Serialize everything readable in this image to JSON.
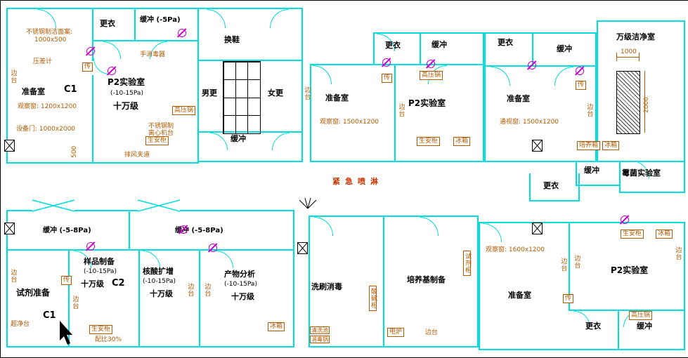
{
  "colors": {
    "wall": "#00dede",
    "room_text": "#000000",
    "annotation": "#b35900",
    "symbol": "#cc00cc",
    "alert": "#cc3300"
  },
  "rooms": {
    "prep_room": "准备室",
    "p2_lab": "P2实验室",
    "changing": "更衣",
    "buffer": "缓冲",
    "buffer_5pa": "缓冲 (-5Pa)",
    "buffer_58pa": "缓冲 (-5-8Pa)",
    "shoe_change": "换鞋",
    "men_changing": "男更",
    "women_changing": "女更",
    "clean_room_10k": "万级洁净室",
    "mold_lab": "霉菌实验室",
    "reagent_prep": "试剂准备",
    "sample_prep": "样品制备",
    "pcr_room": "核酸扩增",
    "product_analysis": "产物分析",
    "washing_room": "洗刷消毒",
    "media_prep": "培养基制备",
    "class_100k": "十万级",
    "pressure_10_15": "(-10-15Pa)",
    "c1": "C1",
    "c2": "C2"
  },
  "equipment": {
    "transfer_window": "传",
    "autoclave": "高压锅",
    "biosafety_cabinet": "生安柜",
    "fridge": "冰箱",
    "incubator": "培养箱",
    "acid_cabinet": "酸碱柜",
    "reagent_cabinet": "试剂柜",
    "stove": "电炉",
    "wash_sink": "清洗池",
    "sterilizer": "消毒锅",
    "clean_bench": "超净台",
    "side_bench": "边台",
    "ratio_30": "配比30%"
  },
  "annotations": {
    "stainless_counter": "不锈钢制洁面案:",
    "stainless_counter_size": "1000x500",
    "pressure_gauge": "压差计",
    "obs_window_1200": "观察窗: 1200x1200",
    "equip_door_size": "设备门: 1000x2000",
    "hand_sanitizer": "手消毒器",
    "exhaust_duct": "排风夹道",
    "stainless_steel": "不锈钢制",
    "centrifuge_bench": "离心机台",
    "obs_window_1500": "观察窗: 1500x1200",
    "pass_window_1500": "通视窗: 1500x1200",
    "obs_window_1600": "观察窗: 1600x1200",
    "emergency_shower": "紧急喷淋"
  },
  "dimensions": {
    "d500": "500",
    "d1000": "1000",
    "d2000": "2000"
  }
}
